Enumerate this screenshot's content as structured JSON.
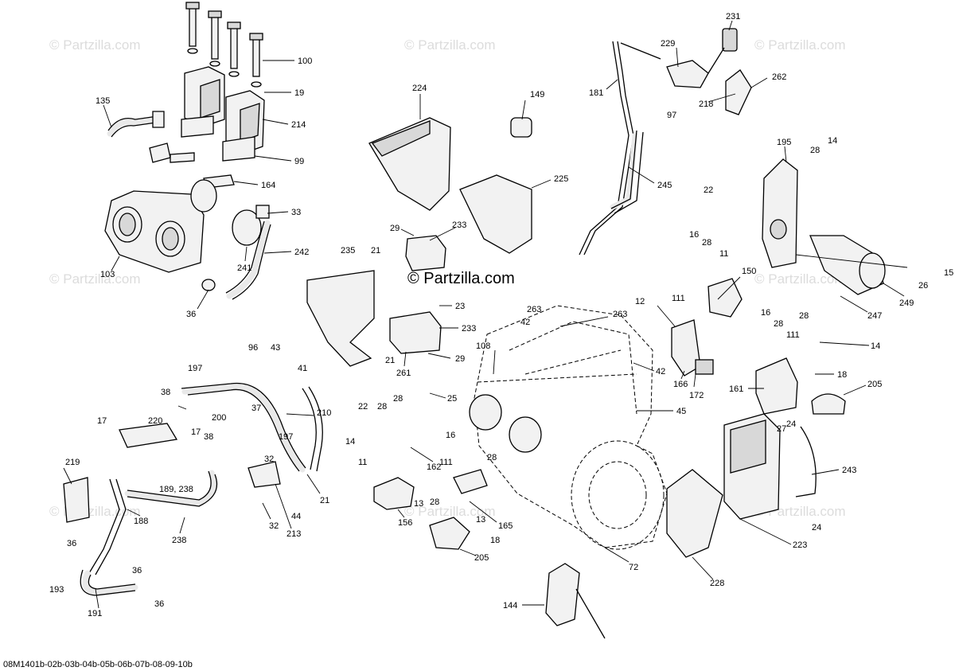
{
  "watermark_text": "© Partzilla.com",
  "center_watermark_text": "© Partzilla.com",
  "diagram_code": "08M1401b-02b-03b-04b-05b-06b-07b-08-09-10b",
  "callouts": [
    {
      "id": "c100",
      "text": "100"
    },
    {
      "id": "c19",
      "text": "19"
    },
    {
      "id": "c214",
      "text": "214"
    },
    {
      "id": "c99",
      "text": "99"
    },
    {
      "id": "c135",
      "text": "135"
    },
    {
      "id": "c164",
      "text": "164"
    },
    {
      "id": "c33",
      "text": "33"
    },
    {
      "id": "c242",
      "text": "242"
    },
    {
      "id": "c241",
      "text": "241"
    },
    {
      "id": "c103",
      "text": "103"
    },
    {
      "id": "c36a",
      "text": "36"
    },
    {
      "id": "c224",
      "text": "224"
    },
    {
      "id": "c149",
      "text": "149"
    },
    {
      "id": "c225",
      "text": "225"
    },
    {
      "id": "c181",
      "text": "181"
    },
    {
      "id": "c229",
      "text": "229"
    },
    {
      "id": "c231",
      "text": "231"
    },
    {
      "id": "c262",
      "text": "262"
    },
    {
      "id": "c218",
      "text": "218"
    },
    {
      "id": "c97",
      "text": "97"
    },
    {
      "id": "c245",
      "text": "245"
    },
    {
      "id": "c195",
      "text": "195"
    },
    {
      "id": "c28a",
      "text": "28"
    },
    {
      "id": "c14a",
      "text": "14"
    },
    {
      "id": "c22a",
      "text": "22"
    },
    {
      "id": "c15",
      "text": "15"
    },
    {
      "id": "c26",
      "text": "26"
    },
    {
      "id": "c249",
      "text": "249"
    },
    {
      "id": "c247",
      "text": "247"
    },
    {
      "id": "c29a",
      "text": "29"
    },
    {
      "id": "c233a",
      "text": "233"
    },
    {
      "id": "c235",
      "text": "235"
    },
    {
      "id": "c21a",
      "text": "21"
    },
    {
      "id": "c23",
      "text": "23"
    },
    {
      "id": "c233b",
      "text": "233"
    },
    {
      "id": "c21b",
      "text": "21"
    },
    {
      "id": "c261",
      "text": "261"
    },
    {
      "id": "c29b",
      "text": "29"
    },
    {
      "id": "c16a",
      "text": "16"
    },
    {
      "id": "c28b",
      "text": "28"
    },
    {
      "id": "c11a",
      "text": "11"
    },
    {
      "id": "c111a",
      "text": "111"
    },
    {
      "id": "c150",
      "text": "150"
    },
    {
      "id": "c12",
      "text": "12"
    },
    {
      "id": "c263a",
      "text": "263"
    },
    {
      "id": "c42a",
      "text": "42"
    },
    {
      "id": "c263b",
      "text": "263"
    },
    {
      "id": "c42b",
      "text": "42"
    },
    {
      "id": "c166",
      "text": "166"
    },
    {
      "id": "c172",
      "text": "172"
    },
    {
      "id": "c16b",
      "text": "16"
    },
    {
      "id": "c28c",
      "text": "28"
    },
    {
      "id": "c111b",
      "text": "111"
    },
    {
      "id": "c28d",
      "text": "28"
    },
    {
      "id": "c14b",
      "text": "14"
    },
    {
      "id": "c18a",
      "text": "18"
    },
    {
      "id": "c161",
      "text": "161"
    },
    {
      "id": "c205a",
      "text": "205"
    },
    {
      "id": "c108",
      "text": "108"
    },
    {
      "id": "c96",
      "text": "96"
    },
    {
      "id": "c43",
      "text": "43"
    },
    {
      "id": "c197a",
      "text": "197"
    },
    {
      "id": "c41",
      "text": "41"
    },
    {
      "id": "c38a",
      "text": "38"
    },
    {
      "id": "c17a",
      "text": "17"
    },
    {
      "id": "c220",
      "text": "220"
    },
    {
      "id": "c17b",
      "text": "17"
    },
    {
      "id": "c200",
      "text": "200"
    },
    {
      "id": "c37",
      "text": "37"
    },
    {
      "id": "c38b",
      "text": "38"
    },
    {
      "id": "c197b",
      "text": "197"
    },
    {
      "id": "c210",
      "text": "210"
    },
    {
      "id": "c219",
      "text": "219"
    },
    {
      "id": "c189",
      "text": "189, 238"
    },
    {
      "id": "c32a",
      "text": "32"
    },
    {
      "id": "c44",
      "text": "44"
    },
    {
      "id": "c21c",
      "text": "21"
    },
    {
      "id": "c32b",
      "text": "32"
    },
    {
      "id": "c213",
      "text": "213"
    },
    {
      "id": "c188",
      "text": "188"
    },
    {
      "id": "c238",
      "text": "238"
    },
    {
      "id": "c36b",
      "text": "36"
    },
    {
      "id": "c36c",
      "text": "36"
    },
    {
      "id": "c193",
      "text": "193"
    },
    {
      "id": "c191",
      "text": "191"
    },
    {
      "id": "c36d",
      "text": "36"
    },
    {
      "id": "c22b",
      "text": "22"
    },
    {
      "id": "c28e",
      "text": "28"
    },
    {
      "id": "c28f",
      "text": "28"
    },
    {
      "id": "c25",
      "text": "25"
    },
    {
      "id": "c14c",
      "text": "14"
    },
    {
      "id": "c16c",
      "text": "16"
    },
    {
      "id": "c11b",
      "text": "11"
    },
    {
      "id": "c162",
      "text": "162"
    },
    {
      "id": "c111c",
      "text": "111"
    },
    {
      "id": "c28g",
      "text": "28"
    },
    {
      "id": "c13a",
      "text": "13"
    },
    {
      "id": "c28h",
      "text": "28"
    },
    {
      "id": "c13b",
      "text": "13"
    },
    {
      "id": "c156",
      "text": "156"
    },
    {
      "id": "c165",
      "text": "165"
    },
    {
      "id": "c18b",
      "text": "18"
    },
    {
      "id": "c205b",
      "text": "205"
    },
    {
      "id": "c45",
      "text": "45"
    },
    {
      "id": "c72",
      "text": "72"
    },
    {
      "id": "c27",
      "text": "27"
    },
    {
      "id": "c24a",
      "text": "24"
    },
    {
      "id": "c243",
      "text": "243"
    },
    {
      "id": "c24b",
      "text": "24"
    },
    {
      "id": "c223",
      "text": "223"
    },
    {
      "id": "c228",
      "text": "228"
    },
    {
      "id": "c144",
      "text": "144"
    }
  ]
}
